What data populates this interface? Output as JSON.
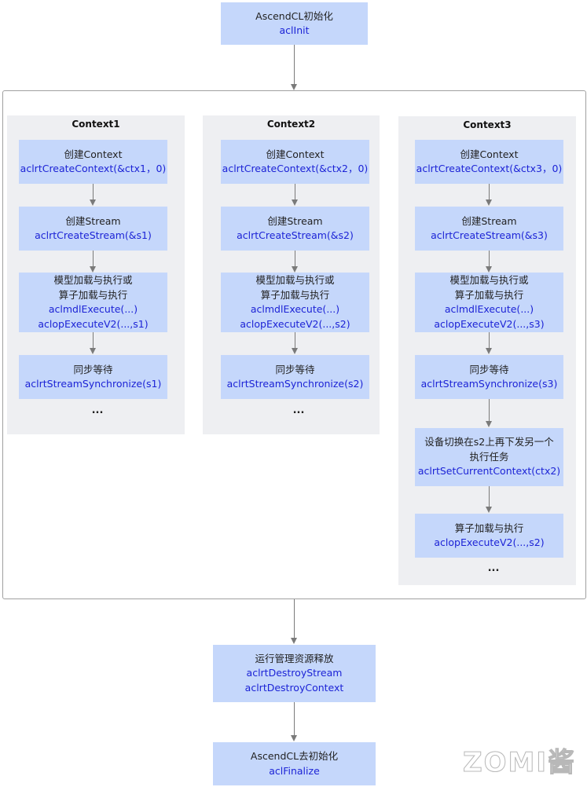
{
  "init": {
    "label": "AscendCL初始化",
    "code": "aclInit"
  },
  "contexts": [
    {
      "title": "Context1",
      "steps": [
        {
          "label": "创建Context",
          "code": "aclrtCreateContext(&ctx1，0)"
        },
        {
          "label": "创建Stream",
          "code": "aclrtCreateStream(&s1)"
        },
        {
          "label1": "模型加载与执行或",
          "label2": "算子加载与执行",
          "code1": "aclmdlExecute(...)",
          "code2": "aclopExecuteV2(...,s1)"
        },
        {
          "label": "同步等待",
          "code": "aclrtStreamSynchronize(s1)"
        }
      ],
      "ellipsis": "..."
    },
    {
      "title": "Context2",
      "steps": [
        {
          "label": "创建Context",
          "code": "aclrtCreateContext(&ctx2，0)"
        },
        {
          "label": "创建Stream",
          "code": "aclrtCreateStream(&s2)"
        },
        {
          "label1": "模型加载与执行或",
          "label2": "算子加载与执行",
          "code1": "aclmdlExecute(...)",
          "code2": "aclopExecuteV2(...,s2)"
        },
        {
          "label": "同步等待",
          "code": "aclrtStreamSynchronize(s2)"
        }
      ],
      "ellipsis": "..."
    },
    {
      "title": "Context3",
      "steps": [
        {
          "label": "创建Context",
          "code": "aclrtCreateContext(&ctx3，0)"
        },
        {
          "label": "创建Stream",
          "code": "aclrtCreateStream(&s3)"
        },
        {
          "label1": "模型加载与执行或",
          "label2": "算子加载与执行",
          "code1": "aclmdlExecute(...)",
          "code2": "aclopExecuteV2(...,s3)"
        },
        {
          "label": "同步等待",
          "code": "aclrtStreamSynchronize(s3)"
        },
        {
          "label1": "设备切换在s2上再下发另一个",
          "label2": "执行任务",
          "code": "aclrtSetCurrentContext(ctx2)"
        },
        {
          "label": "算子加载与执行",
          "code": "aclopExecuteV2(...,s2)"
        }
      ],
      "ellipsis": "..."
    }
  ],
  "release": {
    "label": "运行管理资源释放",
    "code1": "aclrtDestroyStream",
    "code2": "aclrtDestroyContext"
  },
  "finalize": {
    "label": "AscendCL去初始化",
    "code": "aclFinalize"
  },
  "watermark": "ZOMI酱",
  "colors": {
    "box_fill": "#c5d7fb",
    "code_text": "#1c23d6",
    "panel_fill": "#eeeff2",
    "arrow": "#7a7a7a"
  }
}
